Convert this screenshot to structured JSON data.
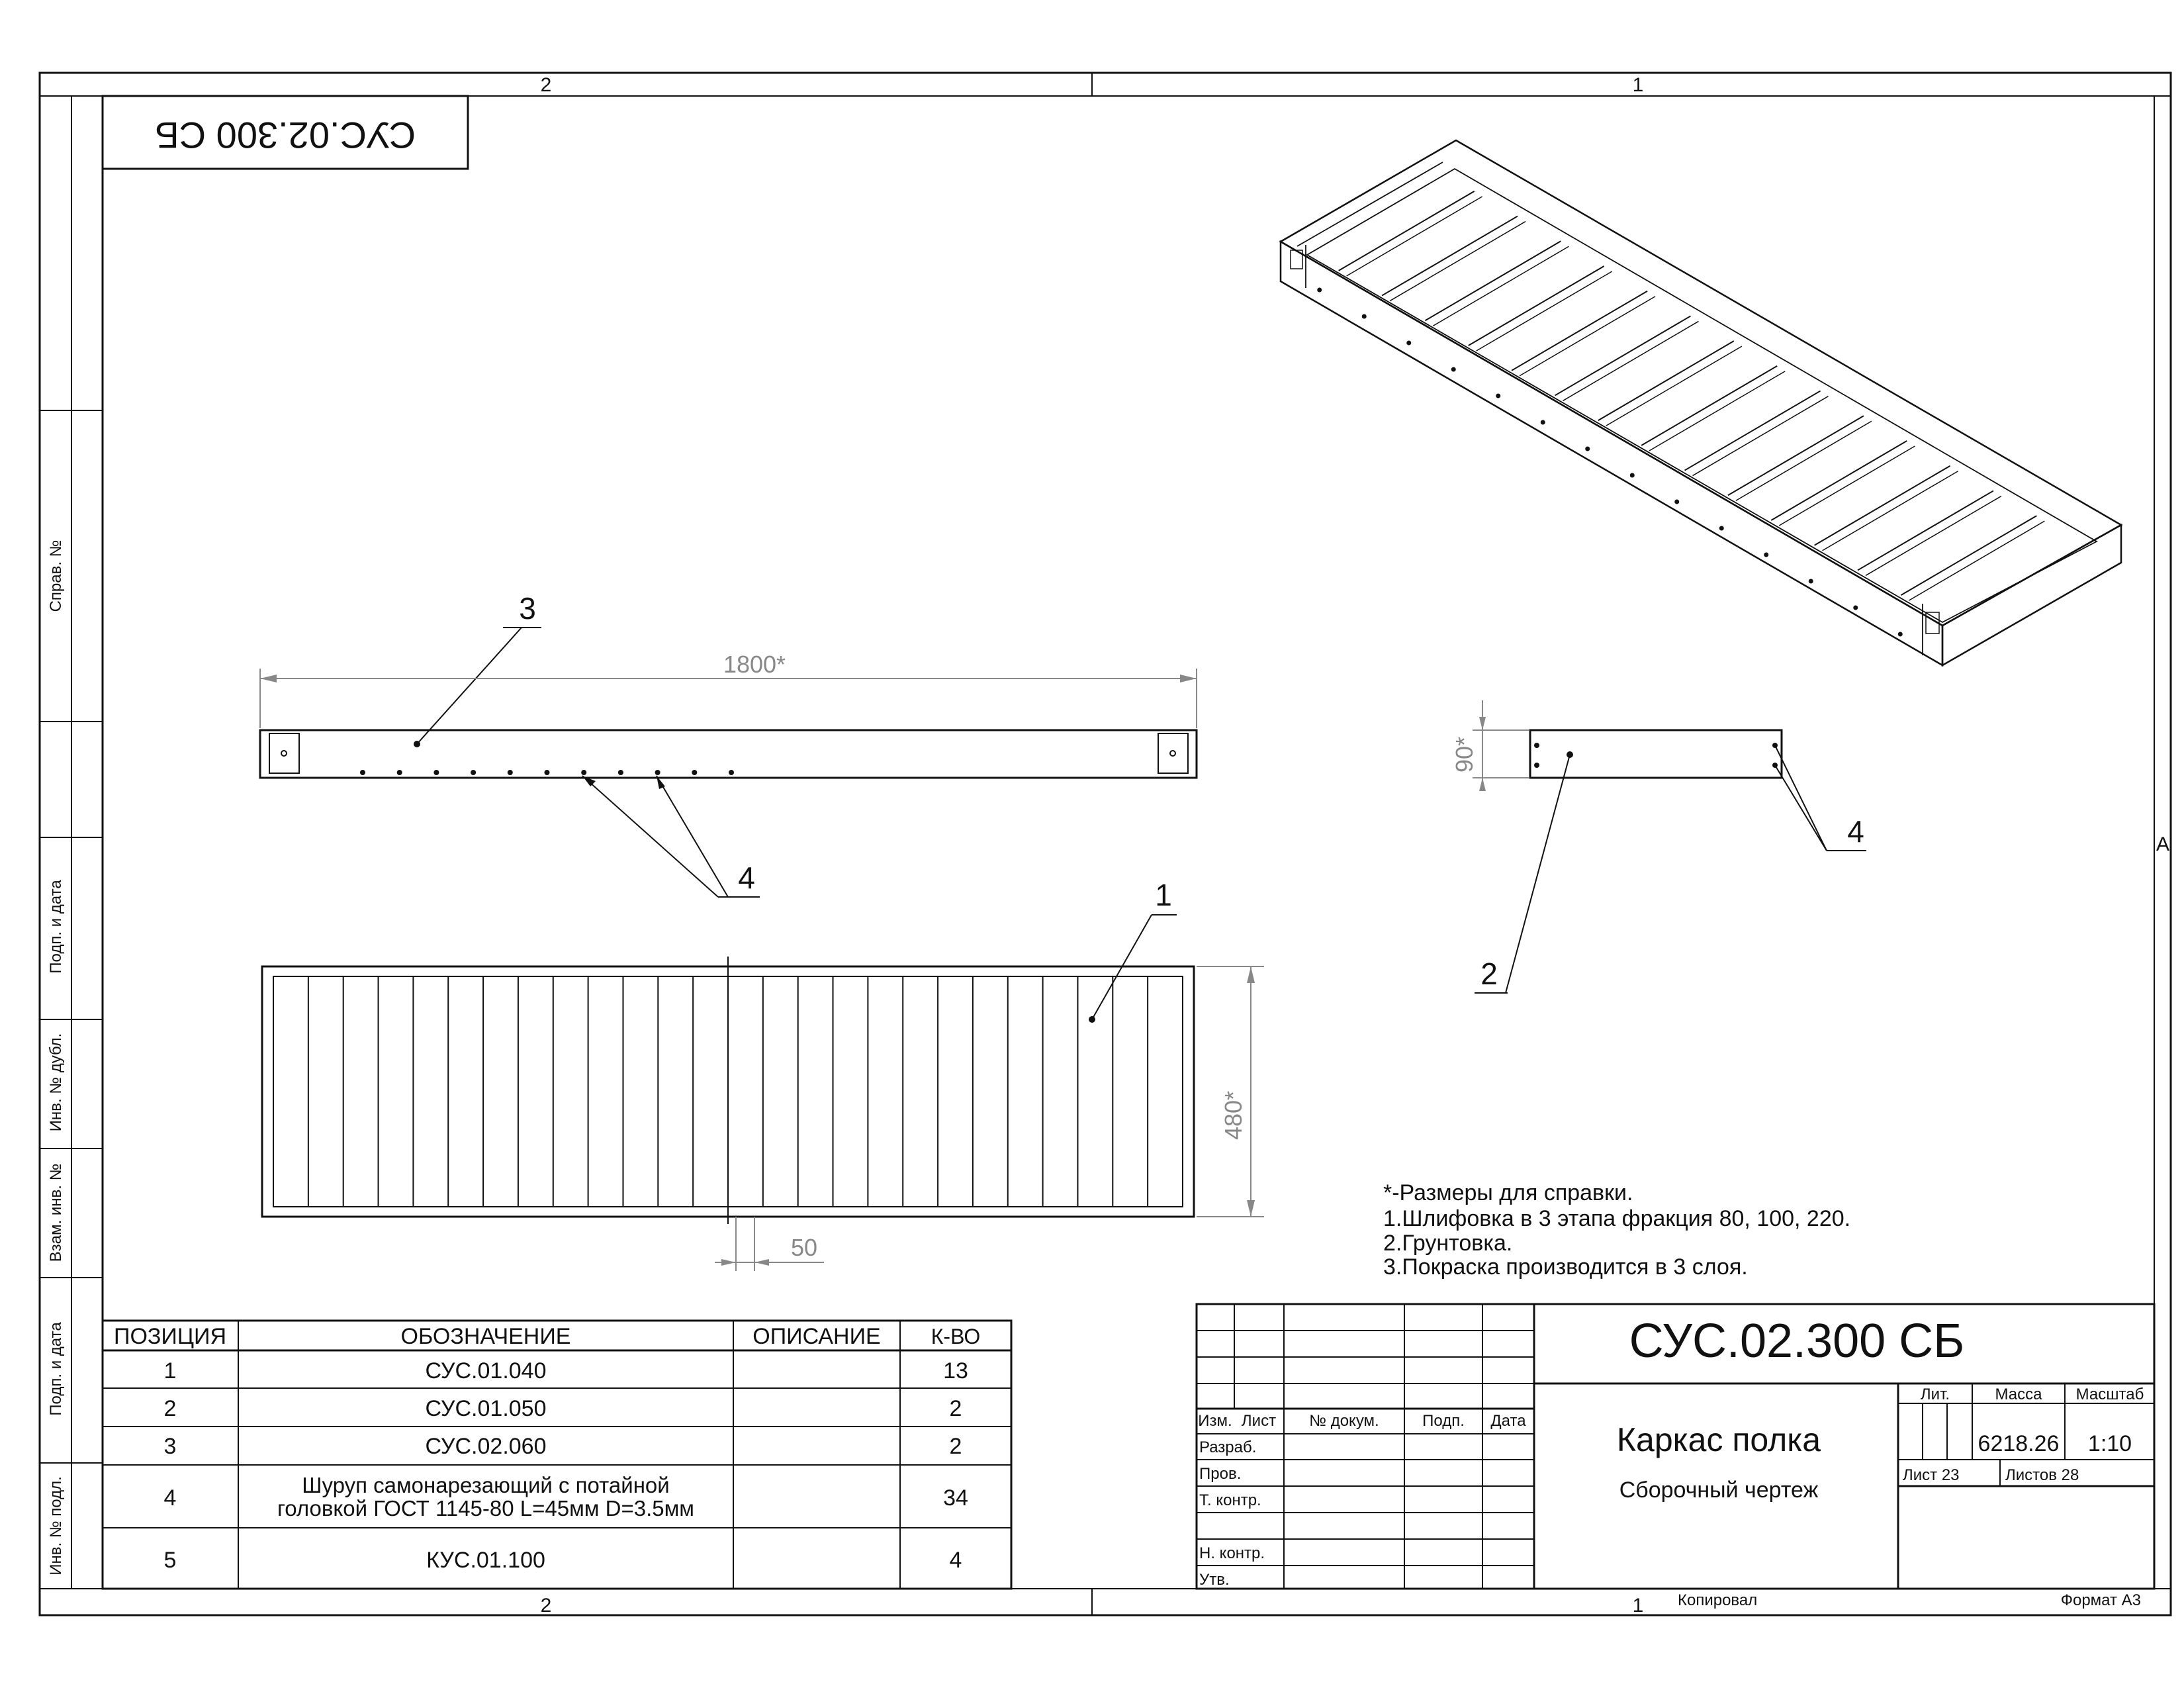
{
  "zones": {
    "top_left": "2",
    "top_right": "1",
    "bottom_left": "2",
    "bottom_right": "1",
    "right_mid": "A"
  },
  "side_labels": [
    "Справ. №",
    "Подп. и дата",
    "Инв. № дубл.",
    "Взам. инв. №",
    "Подп. и дата",
    "Инв. № подл."
  ],
  "stamp_code": "СУС.02.300 СБ",
  "drawing": {
    "dim_length": "1800*",
    "dim_height": "90*",
    "dim_width": "480*",
    "dim_gap": "50",
    "callouts": [
      "1",
      "2",
      "3",
      "4",
      "4"
    ]
  },
  "notes": [
    "*-Размеры для справки.",
    "1.Шлифовка в 3 этапа фракция 80, 100, 220.",
    "2.Грунтовка.",
    "3.Покраска производится в 3 слоя."
  ],
  "spec_table": {
    "headers": [
      "ПОЗИЦИЯ",
      "ОБОЗНАЧЕНИЕ",
      "ОПИСАНИЕ",
      "К-ВО"
    ],
    "rows": [
      {
        "pos": "1",
        "code": "СУС.01.040",
        "desc": "",
        "qty": "13"
      },
      {
        "pos": "2",
        "code": "СУС.01.050",
        "desc": "",
        "qty": "2"
      },
      {
        "pos": "3",
        "code": "СУС.02.060",
        "desc": "",
        "qty": "2"
      },
      {
        "pos": "4",
        "code_line1": "Шуруп самонарезающий с потайной",
        "code_line2": "головкой ГОСТ 1145-80  L=45мм D=3.5мм",
        "desc": "",
        "qty": "34"
      },
      {
        "pos": "5",
        "code": "КУС.01.100",
        "desc": "",
        "qty": "4"
      }
    ]
  },
  "title_block": {
    "code": "СУС.02.300 СБ",
    "name": "Каркас полка",
    "doc_type": "Сборочный чертеж",
    "headers": {
      "izm": "Изм.",
      "list": "Лист",
      "doc": "№ докум.",
      "sign": "Подп.",
      "date": "Дата"
    },
    "roles": [
      "Разраб.",
      "Пров.",
      "Т. контр.",
      "Н. контр.",
      "Утв."
    ],
    "lit_label": "Лит.",
    "mass_label": "Масса",
    "scale_label": "Масштаб",
    "mass": "6218.26",
    "scale": "1:10",
    "sheet": "Лист 23",
    "sheets": "Листов 28"
  },
  "footer": {
    "copied": "Копировал",
    "format": "Формат А3"
  }
}
